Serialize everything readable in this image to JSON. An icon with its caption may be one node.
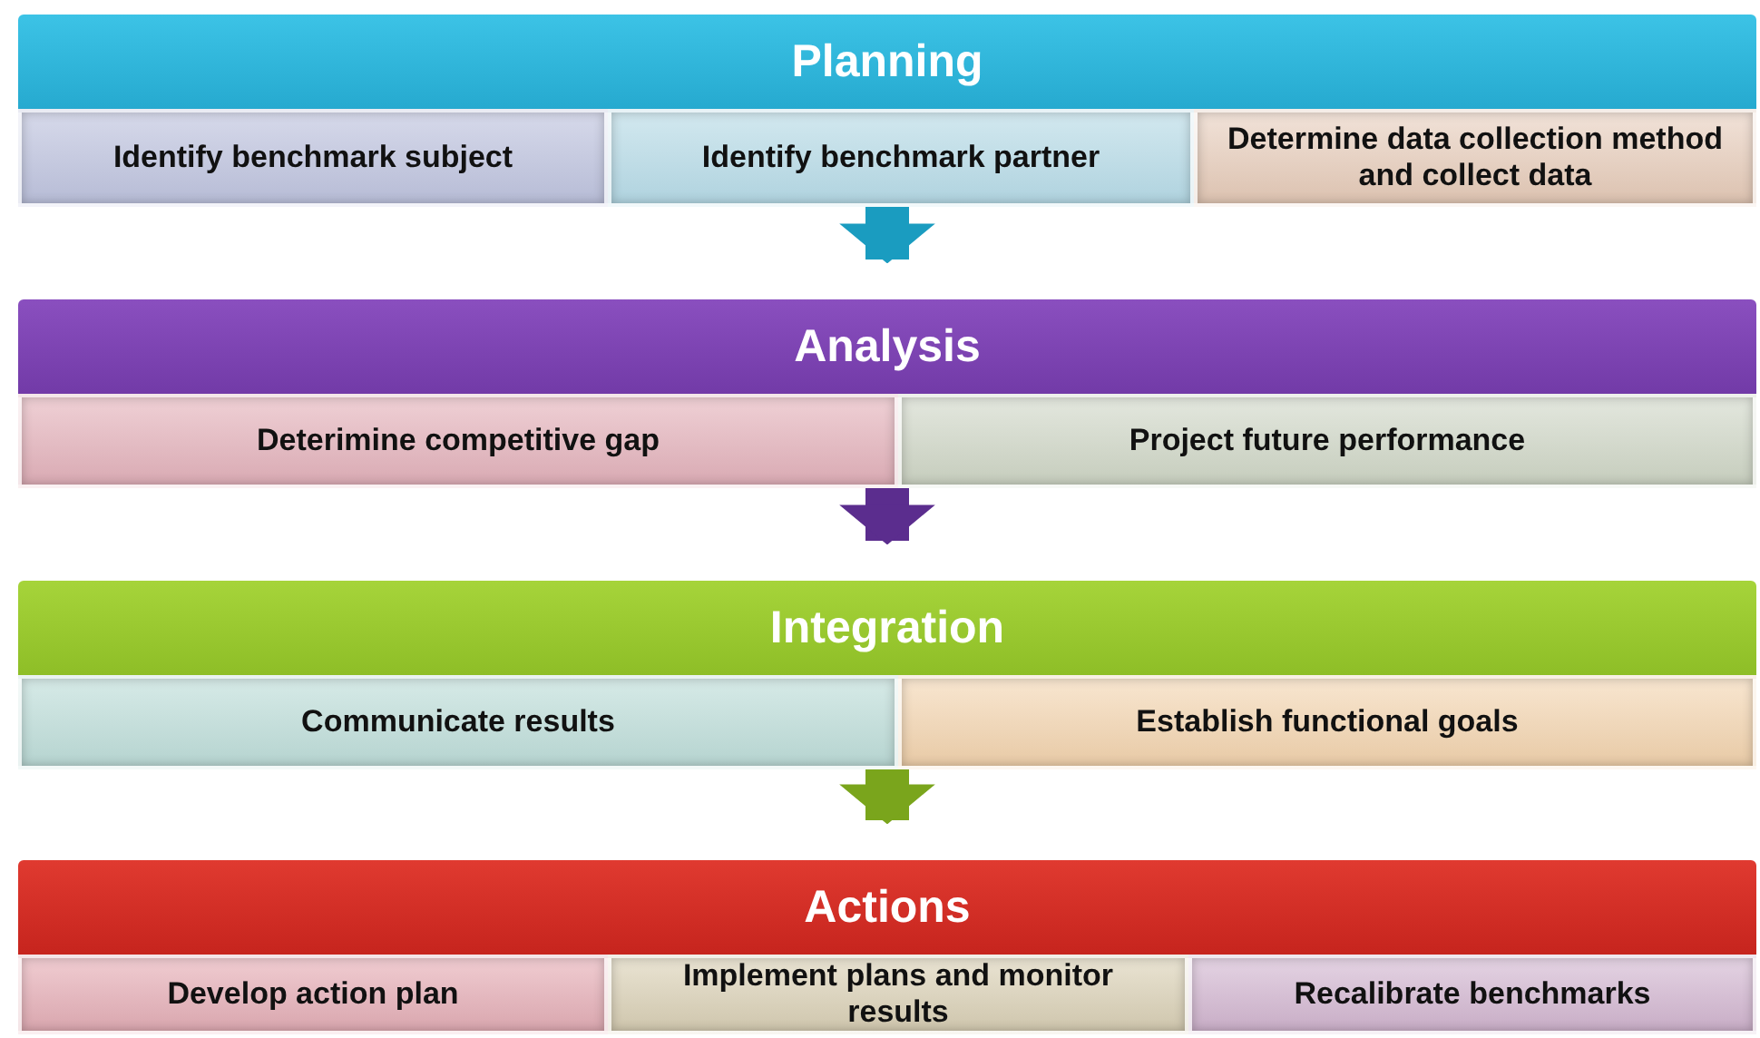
{
  "diagram": {
    "nodes": [
      {
        "text": [
          "Planning"
        ]
      },
      {
        "text": [
          "Identify benchmark subject"
        ],
        "in": 0
      },
      {
        "text": [
          "Identify benchmark partner"
        ],
        "in": 0
      },
      {
        "text": [
          "Determine data collection method and collect data"
        ],
        "in": 0
      },
      {
        "text": [
          "Analysis"
        ]
      },
      {
        "text": [
          "Deterimine competitive gap"
        ],
        "in": 4
      },
      {
        "text": [
          "Project future performance"
        ],
        "in": 4
      },
      {
        "text": [
          "Integration"
        ]
      },
      {
        "text": [
          "Communicate results"
        ],
        "in": 7
      },
      {
        "text": [
          "Establish functional goals"
        ],
        "in": 7
      },
      {
        "text": [
          "Actions"
        ]
      },
      {
        "text": [
          "Develop action plan"
        ],
        "in": 10
      },
      {
        "text": [
          "Implement plans and monitor results"
        ],
        "in": 10
      },
      {
        "text": [
          "Recalibrate benchmarks"
        ],
        "in": 10
      }
    ],
    "edges": [
      {
        "from": 0,
        "to": 4,
        "arrow": "to",
        "color": "#1a9cc0"
      },
      {
        "from": 4,
        "to": 7,
        "arrow": "to",
        "color": "#5b2d8e"
      },
      {
        "from": 7,
        "to": 10,
        "arrow": "to",
        "color": "#7aa51c"
      }
    ]
  }
}
